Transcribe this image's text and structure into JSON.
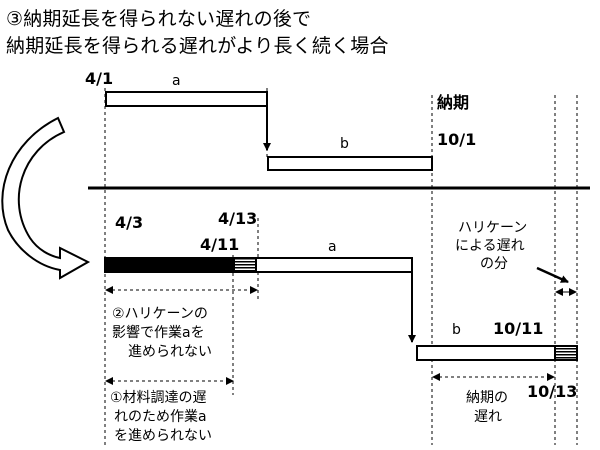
{
  "title": {
    "line1": "③納期延長を得られない遅れの後で",
    "line2": "納期延長を得られる遅れがより長く続く場合"
  },
  "top": {
    "start_date": "4/1",
    "task_a": "a",
    "deadline_label": "納期",
    "task_b": "b",
    "deadline_date": "10/1"
  },
  "bottom": {
    "date_4_3": "4/3",
    "date_4_13": "4/13",
    "date_4_11": "4/11",
    "task_a": "a",
    "hurricane_note": [
      "ハリケーン",
      "による遅れ",
      "の分"
    ],
    "task_b": "b",
    "date_10_11": "10/11",
    "date_10_13": "10/13",
    "note2": [
      "②ハリケーンの",
      "影響で作業aを",
      "進められない"
    ],
    "note1": [
      "①材料調達の遅",
      "れのため作業a",
      "を進められない"
    ],
    "delay_label": [
      "納期の",
      "遅れ"
    ]
  }
}
